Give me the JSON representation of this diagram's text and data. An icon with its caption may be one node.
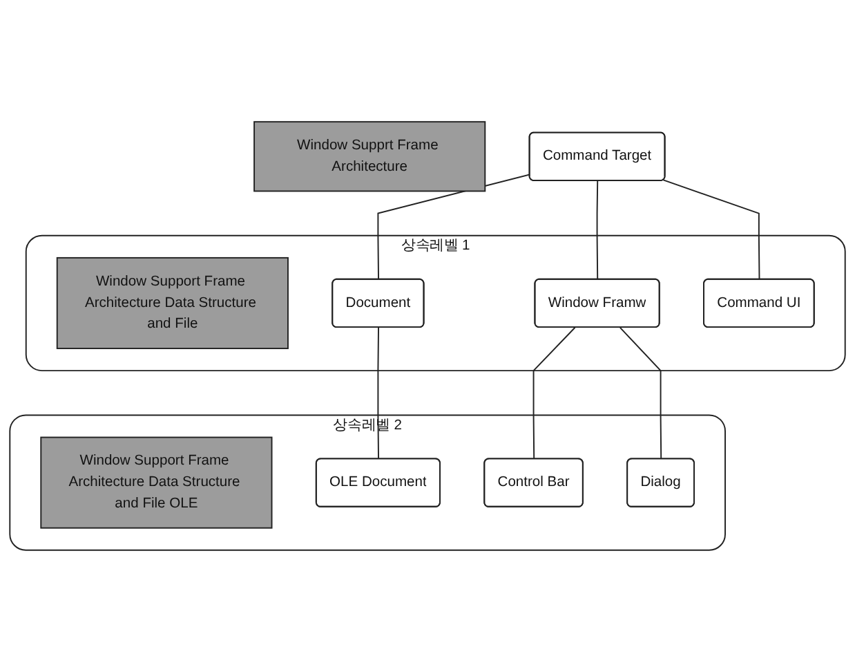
{
  "diagram": {
    "nodes": [
      {
        "text": [
          "Window Supprt Frame Architecture"
        ]
      },
      {
        "text": [
          "Command Target"
        ]
      },
      {
        "text": [
          "상속레벨 1"
        ]
      },
      {
        "text": [
          "Window Support Frame Architecture Data Structure and File"
        ],
        "in": 2
      },
      {
        "text": [
          "Document"
        ],
        "in": 2
      },
      {
        "text": [
          "Window Framw"
        ],
        "in": 2
      },
      {
        "text": [
          "Command UI"
        ],
        "in": 2
      },
      {
        "text": [
          "상속레벨 2"
        ]
      },
      {
        "text": [
          "Window Support Frame Architecture Data Structure and File OLE"
        ],
        "in": 7
      },
      {
        "text": [
          "OLE Document"
        ],
        "in": 7
      },
      {
        "text": [
          "Control Bar"
        ],
        "in": 7
      },
      {
        "text": [
          "Dialog"
        ],
        "in": 7
      }
    ],
    "edges": [
      {
        "from": 1,
        "to": 4,
        "arrow": "none"
      },
      {
        "from": 1,
        "to": 5,
        "arrow": "none"
      },
      {
        "from": 1,
        "to": 6,
        "arrow": "none"
      },
      {
        "from": 4,
        "to": 9,
        "arrow": "none"
      },
      {
        "from": 5,
        "to": 10,
        "arrow": "none"
      },
      {
        "from": 5,
        "to": 11,
        "arrow": "none"
      }
    ]
  }
}
